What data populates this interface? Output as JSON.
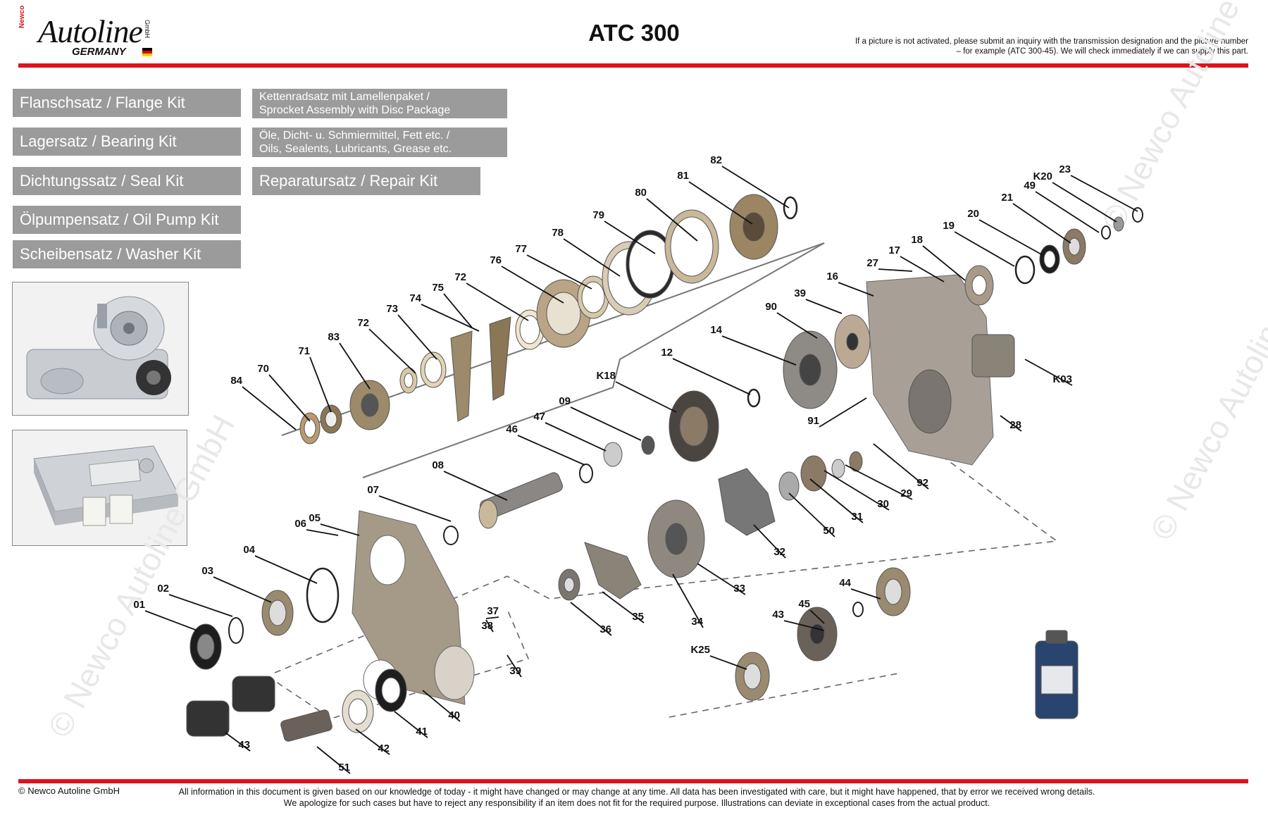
{
  "header": {
    "logo": {
      "brand": "Autoline",
      "country": "GERMANY",
      "prefix": "Newco",
      "suffix": "GmbH"
    },
    "title": "ATC 300",
    "notice": "If a picture is not activated, please submit an inquiry with the transmission designation and the picture number – for example (ATC 300-45). We will check immediately if we can supply this part."
  },
  "kits": {
    "flange": "Flanschsatz / Flange Kit",
    "bearing": "Lagersatz / Bearing Kit",
    "seal": "Dichtungssatz / Seal Kit",
    "oil_pump": "Ölpumpensatz / Oil Pump Kit",
    "washer": "Scheibensatz / Washer Kit",
    "sprocket_line1": "Kettenradsatz mit Lamellenpaket /",
    "sprocket_line2": "Sprocket Assembly with Disc Package",
    "oils_line1": "Öle, Dicht- u. Schmiermittel, Fett etc. /",
    "oils_line2": "Oils, Sealents, Lubricants, Grease etc.",
    "repair": "Reparatursatz / Repair Kit"
  },
  "watermark": "© Newco Autoline GmbH",
  "part_numbers": [
    "82",
    "81",
    "80",
    "79",
    "78",
    "77",
    "76",
    "72",
    "75",
    "74",
    "73",
    "72",
    "83",
    "71",
    "70",
    "84",
    "23",
    "K20",
    "49",
    "21",
    "20",
    "19",
    "18",
    "17",
    "27",
    "16",
    "39",
    "90",
    "14",
    "12",
    "K18",
    "09",
    "47",
    "46",
    "08",
    "07",
    "06",
    "05",
    "04",
    "03",
    "02",
    "01",
    "K03",
    "28",
    "91",
    "92",
    "29",
    "30",
    "31",
    "50",
    "32",
    "33",
    "34",
    "35",
    "36",
    "37",
    "38",
    "39",
    "40",
    "41",
    "42",
    "51",
    "43",
    "44",
    "45",
    "43",
    "K25"
  ],
  "footer": {
    "copyright": "© Newco Autoline GmbH",
    "disclaimer_line1": "All information in this document is given based on our knowledge of today - it might have changed or may change at any time. All data has been investigated with care, but it might have happened, that by error we received wrong details.",
    "disclaimer_line2": "We apologize for such cases but have to reject any responsibility if an item does not fit for the required purpose. Illustrations can deviate in exceptional cases from the actual product."
  },
  "colors": {
    "accent_red": "#e0131b",
    "kit_gray": "#9b9b9b"
  }
}
